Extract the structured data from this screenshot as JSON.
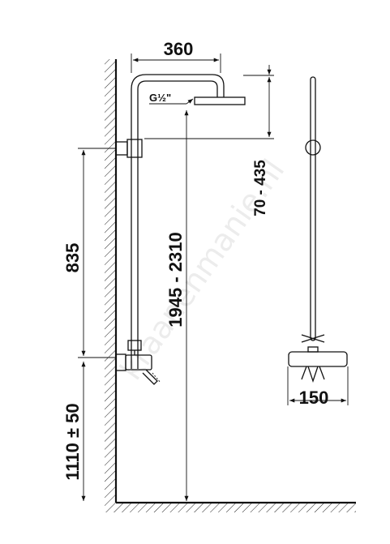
{
  "dimensions": {
    "arm_length": "360",
    "thread": "G½\"",
    "head_height_range": "70 - 435",
    "bar_length": "835",
    "total_height_range": "1945 - 2310",
    "mixer_height": "1110 ± 50",
    "mixer_centers": "150"
  },
  "watermark": "kraanenmanie.nl"
}
